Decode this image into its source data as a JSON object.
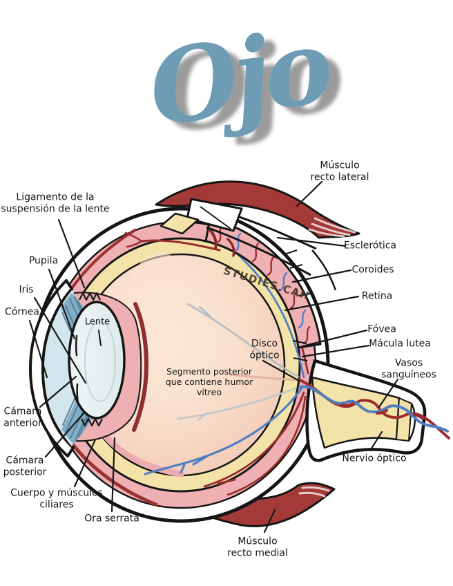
{
  "title": "Ojo",
  "watermark": "STUDIES.CAH",
  "colors": {
    "title_blue": "#6d9cb4",
    "muscle_red": "#a43a38",
    "choroid_pink": "#efb0b4",
    "retina_yellow": "#f3e3a9",
    "vitreous_peach": "#f6d0bd",
    "iris_blue": "#84aec5",
    "anterior_chamber_blue": "#d3e6ed",
    "lens_blue": "#e9f1f2",
    "vessel_red": "#9e2c2c",
    "vessel_blue": "#4f7fc2",
    "ink": "#161616"
  },
  "labels": {
    "ligamento": {
      "lines": [
        "Ligamento de la",
        "suspensión de la lente"
      ]
    },
    "pupila": {
      "lines": [
        "Pupila"
      ]
    },
    "iris": {
      "lines": [
        "Iris"
      ]
    },
    "cornea": {
      "lines": [
        "Córnea"
      ]
    },
    "camara_anterior": {
      "lines": [
        "Cámara",
        "anterior"
      ]
    },
    "camara_posterior": {
      "lines": [
        "Cámara",
        "posterior"
      ]
    },
    "cuerpo_ciliar": {
      "lines": [
        "Cuerpo y músculos",
        "ciliares"
      ]
    },
    "ora_serrata": {
      "lines": [
        "Ora serrata"
      ]
    },
    "lente": {
      "lines": [
        "Lente"
      ]
    },
    "musculo_recto_lateral": {
      "lines": [
        "Músculo",
        "recto lateral"
      ]
    },
    "esclerotica": {
      "lines": [
        "Esclerótica"
      ]
    },
    "coroides": {
      "lines": [
        "Coroides"
      ]
    },
    "retina": {
      "lines": [
        "Retina"
      ]
    },
    "fovea": {
      "lines": [
        "Fóvea"
      ]
    },
    "macula_lutea": {
      "lines": [
        "Mácula lutea"
      ]
    },
    "vasos_sanguineos": {
      "lines": [
        "Vasos",
        "sanguíneos"
      ]
    },
    "nervio_optico": {
      "lines": [
        "Nervio óptico"
      ]
    },
    "musculo_recto_medial": {
      "lines": [
        "Músculo",
        "recto medial"
      ]
    },
    "disco_optico": {
      "lines": [
        "Disco",
        "óptico"
      ]
    },
    "segmento_posterior": {
      "lines": [
        "Segmento posterior",
        "que contiene humor",
        "vítreo"
      ]
    }
  }
}
